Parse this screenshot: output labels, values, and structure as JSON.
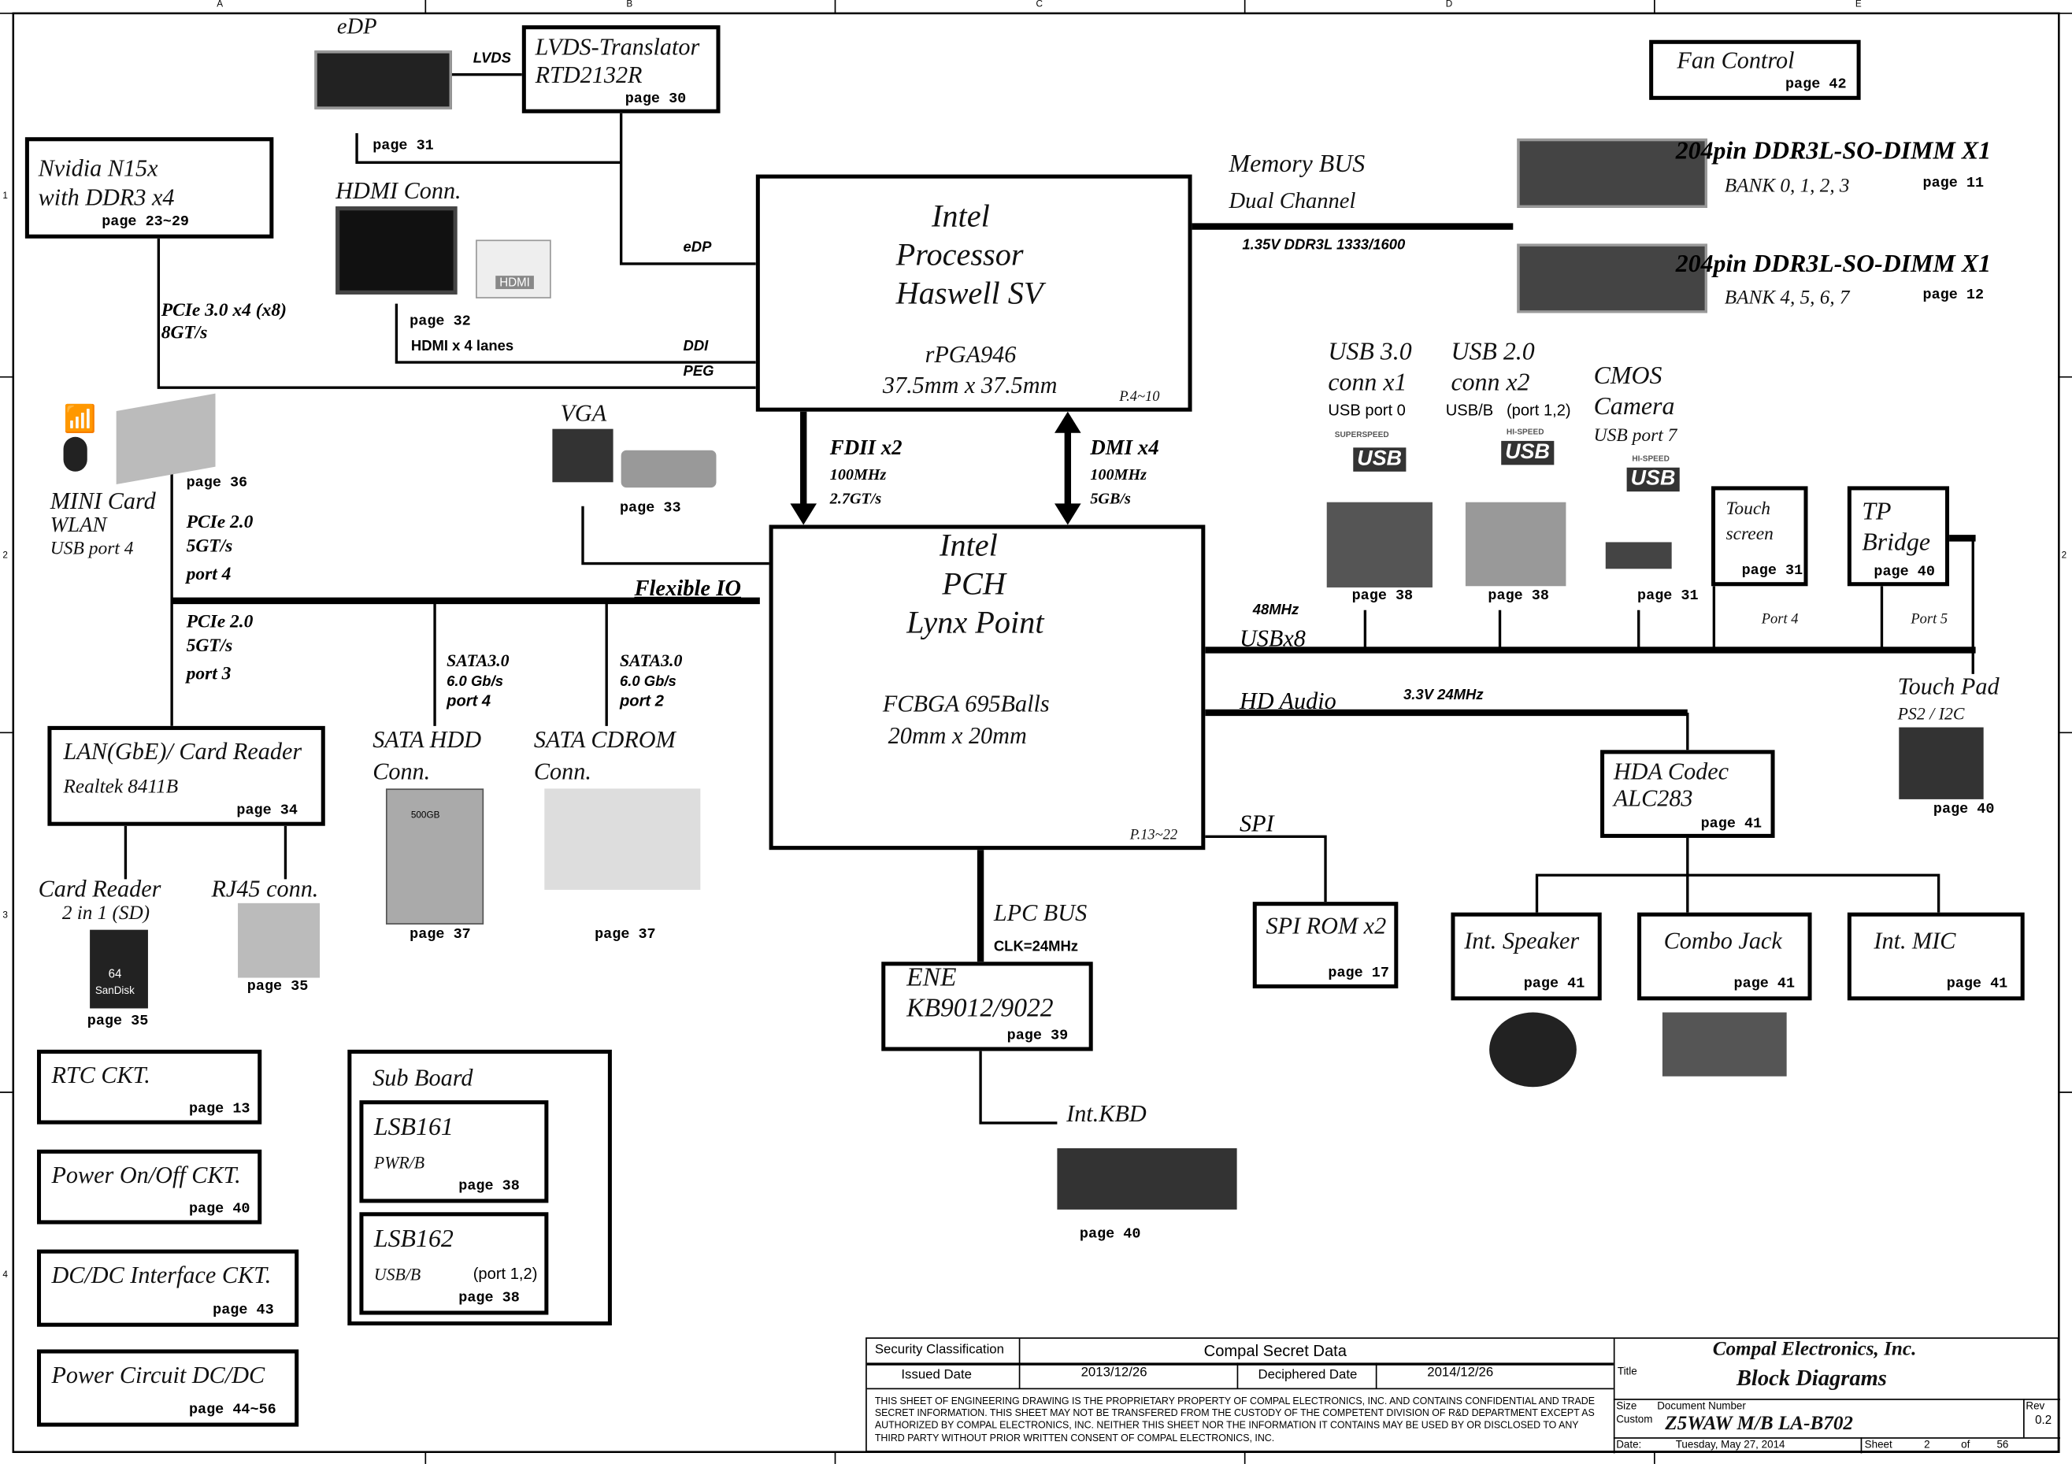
{
  "frame": {
    "cols": [
      "A",
      "B",
      "C",
      "D",
      "E"
    ],
    "rows": [
      "1",
      "2",
      "3",
      "4"
    ]
  },
  "edp": {
    "label": "eDP",
    "lvds": "LVDS"
  },
  "lvds_translator": {
    "title": "LVDS-Translator",
    "part": "RTD2132R",
    "page": "page 30"
  },
  "fan_control": {
    "title": "Fan Control",
    "page": "page 42"
  },
  "nvidia": {
    "line1": "Nvidia N15x",
    "line2": "with DDR3 x4",
    "page": "page 23~29"
  },
  "hdmi": {
    "label": "HDMI Conn.",
    "port_text": "HDMI",
    "page31": "page 31",
    "page32": "page 32",
    "lanes": "HDMI x 4 lanes"
  },
  "pcie_gpu": {
    "line1": "PCIe 3.0 x4 (x8)",
    "line2": "8GT/s"
  },
  "cpu_links": {
    "edp": "eDP",
    "ddi": "DDI",
    "peg": "PEG"
  },
  "processor": {
    "line1": "Intel",
    "line2": "Processor",
    "line3": "Haswell SV",
    "pkg": "rPGA946",
    "size": "37.5mm x 37.5mm",
    "pages": "P.4~10"
  },
  "memory": {
    "bus": "Memory BUS",
    "channel": "Dual Channel",
    "voltage": "1.35V DDR3L 1333/1600",
    "dimms": [
      {
        "title": "204pin DDR3L-SO-DIMM X1",
        "bank": "BANK 0, 1, 2, 3",
        "page": "page 11"
      },
      {
        "title": "204pin DDR3L-SO-DIMM X1",
        "bank": "BANK 4, 5, 6, 7",
        "page": "page 12"
      }
    ]
  },
  "fdi": {
    "title": "FDII x2",
    "freq": "100MHz",
    "rate": "2.7GT/s"
  },
  "dmi": {
    "title": "DMI x4",
    "freq": "100MHz",
    "rate": "5GB/s"
  },
  "minicard": {
    "line1": "MINI Card",
    "line2": "WLAN",
    "line3": "USB port 4",
    "page": "page 36",
    "pcie1": "PCIe 2.0",
    "pcie2": "5GT/s",
    "pcie3": "port 4"
  },
  "vga": {
    "label": "VGA",
    "page": "page 33"
  },
  "flexible_io": "Flexible IO",
  "pch": {
    "line1": "Intel",
    "line2": "PCH",
    "line3": "Lynx Point",
    "pkg": "FCBGA 695Balls",
    "size": "20mm x 20mm",
    "pages": "P.13~22"
  },
  "lan_link": {
    "pcie1": "PCIe 2.0",
    "pcie2": "5GT/s",
    "pcie3": "port 3"
  },
  "sata_hdd": {
    "bus": "SATA3.0",
    "rate": "6.0 Gb/s",
    "port": "port 4",
    "line1": "SATA HDD",
    "line2": "Conn.",
    "page": "page 37",
    "disk_text": "500GB"
  },
  "sata_cdrom": {
    "bus": "SATA3.0",
    "rate": "6.0 Gb/s",
    "port": "port 2",
    "line1": "SATA CDROM",
    "line2": "Conn.",
    "page": "page 37"
  },
  "lan": {
    "title": "LAN(GbE)/ Card Reader",
    "part": "Realtek 8411B",
    "page": "page 34"
  },
  "card_reader": {
    "line1": "Card Reader",
    "line2": "2 in 1 (SD)",
    "page": "page 35",
    "sd_text": "64",
    "sd_brand": "SanDisk"
  },
  "rj45": {
    "label": "RJ45 conn.",
    "page": "page 35"
  },
  "usb": {
    "freq": "48MHz",
    "bus": "USBx8",
    "usb3": {
      "line1": "USB 3.0",
      "line2": "conn  x1",
      "line3": "USB port 0",
      "page": "page 38",
      "logo_top": "SUPERSPEED",
      "logo": "USB"
    },
    "usb2": {
      "line1": "USB 2.0",
      "line2": "conn  x2",
      "line3": "USB/B   (port 1,2)",
      "page": "page 38",
      "logo_top": "HI-SPEED",
      "logo": "USB"
    },
    "camera": {
      "line1": "CMOS",
      "line2": "Camera",
      "line3": "USB port 7",
      "page": "page 31",
      "logo_top": "HI-SPEED",
      "logo": "USB"
    },
    "touchscreen": {
      "line1": "Touch",
      "line2": "screen",
      "page": "page 31",
      "port": "Port 4"
    },
    "tp_bridge": {
      "line1": "TP",
      "line2": "Bridge",
      "page": "page 40",
      "port": "Port 5"
    }
  },
  "touchpad": {
    "line1": "Touch Pad",
    "line2": "PS2 / I2C",
    "page": "page 40"
  },
  "hd_audio": {
    "label": "HD Audio",
    "freq": "3.3V 24MHz"
  },
  "hda_codec": {
    "line1": "HDA Codec",
    "line2": "ALC283",
    "page": "page 41"
  },
  "spi": {
    "label": "SPI",
    "rom": "SPI ROM x2",
    "page": "page 17"
  },
  "audio_out": [
    {
      "title": "Int. Speaker",
      "page": "page 41"
    },
    {
      "title": "Combo Jack",
      "page": "page 41"
    },
    {
      "title": "Int. MIC",
      "page": "page 41"
    }
  ],
  "lpc": {
    "label": "LPC BUS",
    "clk": "CLK=24MHz"
  },
  "ene": {
    "line1": "ENE",
    "line2": "KB9012/9022",
    "page": "page 39"
  },
  "kbd": {
    "label": "Int.KBD",
    "page": "page 40"
  },
  "power_blocks": [
    {
      "title": "RTC CKT.",
      "page": "page 13"
    },
    {
      "title": "Power On/Off CKT.",
      "page": "page 40"
    },
    {
      "title": "DC/DC Interface CKT.",
      "page": "page 43"
    },
    {
      "title": "Power Circuit DC/DC",
      "page": "page 44~56"
    }
  ],
  "sub_board": {
    "title": "Sub Board",
    "lsb161": {
      "title": "LSB161",
      "sub": "PWR/B",
      "page": "page 38"
    },
    "lsb162": {
      "title": "LSB162",
      "sub": "USB/B",
      "port": "(port 1,2)",
      "page": "page 38"
    }
  },
  "title_block": {
    "security_label": "Security Classification",
    "security_value": "Compal Secret Data",
    "issued_label": "Issued Date",
    "issued_value": "2013/12/26",
    "deciphered_label": "Deciphered Date",
    "deciphered_value": "2014/12/26",
    "notice": "THIS SHEET OF ENGINEERING DRAWING IS THE PROPRIETARY PROPERTY OF COMPAL ELECTRONICS, INC. AND CONTAINS CONFIDENTIAL AND TRADE SECRET INFORMATION. THIS SHEET MAY NOT BE TRANSFERED FROM THE CUSTODY OF THE COMPETENT DIVISION OF R&D DEPARTMENT EXCEPT AS AUTHORIZED BY COMPAL ELECTRONICS, INC. NEITHER THIS SHEET NOR THE INFORMATION IT CONTAINS MAY BE USED BY OR DISCLOSED TO ANY THIRD PARTY WITHOUT PRIOR WRITTEN CONSENT OF COMPAL ELECTRONICS, INC.",
    "company": "Compal Electronics, Inc.",
    "title_label": "Title",
    "title": "Block Diagrams",
    "size_label": "Size",
    "size_value": "Custom",
    "docnum_label": "Document Number",
    "docnum": "Z5WAW M/B LA-B702",
    "rev_label": "Rev",
    "rev": "0.2",
    "date_label": "Date:",
    "date": "Tuesday, May 27, 2014",
    "sheet_label": "Sheet",
    "sheet": "2",
    "of_label": "of",
    "total": "56"
  }
}
